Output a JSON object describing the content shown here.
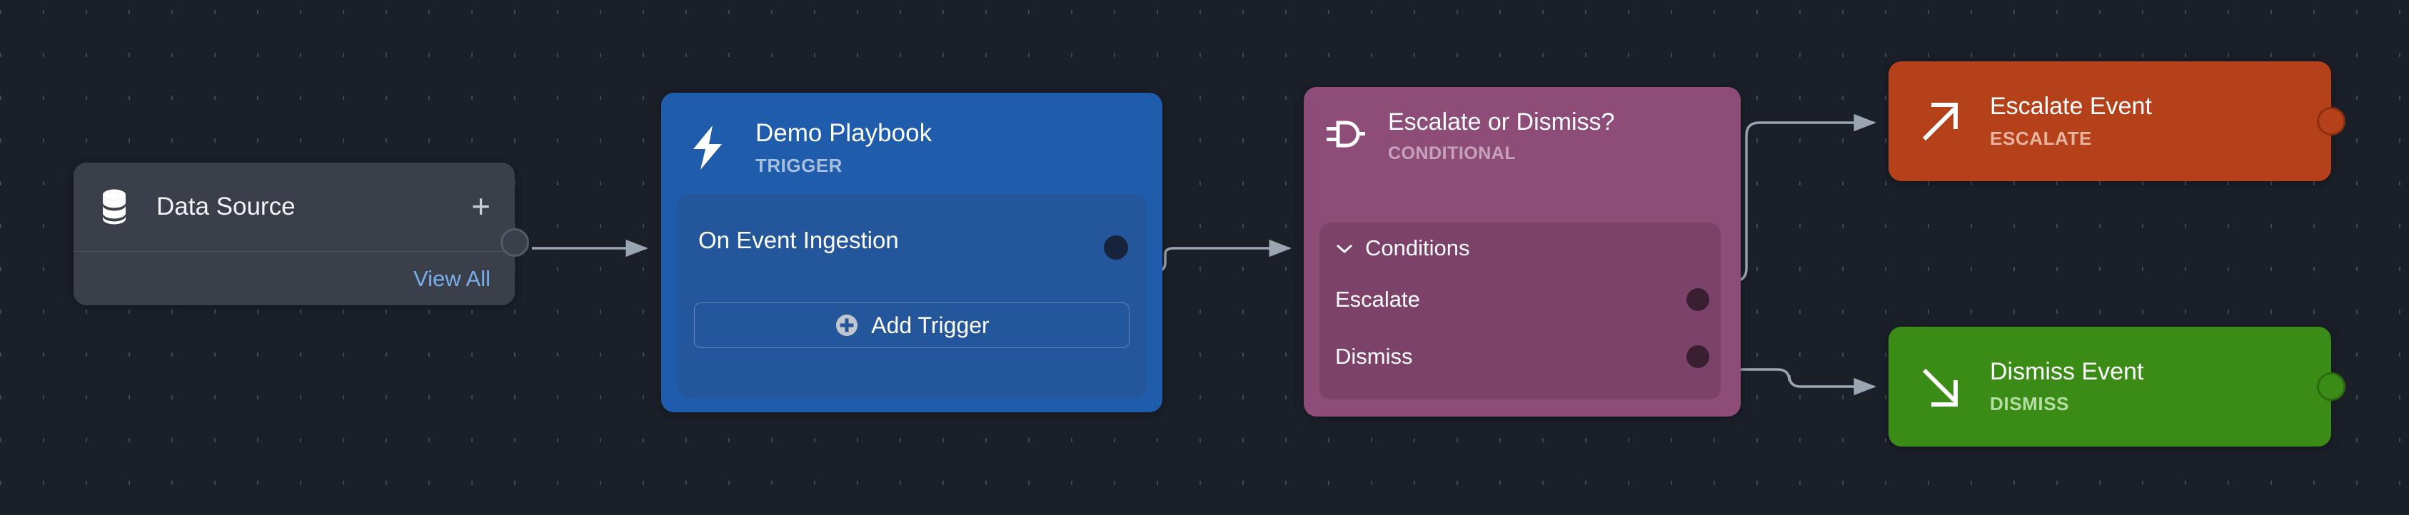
{
  "canvas": {
    "background_color": "#1b1f28",
    "grid": "dot-grid"
  },
  "nodes": {
    "data_source": {
      "title": "Data Source",
      "icon": "database-icon",
      "add_label": "+",
      "view_all_label": "View All",
      "background_color": "#3a3f49"
    },
    "playbook": {
      "title": "Demo Playbook",
      "subtitle": "TRIGGER",
      "icon": "lightning-bolt-icon",
      "trigger_row": "On Event Ingestion",
      "add_trigger_label": "Add Trigger",
      "background_color": "#1f5cab"
    },
    "conditional": {
      "title": "Escalate or Dismiss?",
      "subtitle": "CONDITIONAL",
      "icon": "logic-gate-icon",
      "section_label": "Conditions",
      "branches": [
        {
          "label": "Escalate"
        },
        {
          "label": "Dismiss"
        }
      ],
      "background_color": "#8e4d79"
    },
    "escalate_event": {
      "title": "Escalate Event",
      "subtitle": "ESCALATE",
      "icon": "arrow-up-right-icon",
      "background_color": "#b5411a"
    },
    "dismiss_event": {
      "title": "Dismiss Event",
      "subtitle": "DISMISS",
      "icon": "arrow-down-right-icon",
      "background_color": "#3a8c16"
    }
  },
  "edges": {
    "stroke_color": "#9aa5b1"
  }
}
